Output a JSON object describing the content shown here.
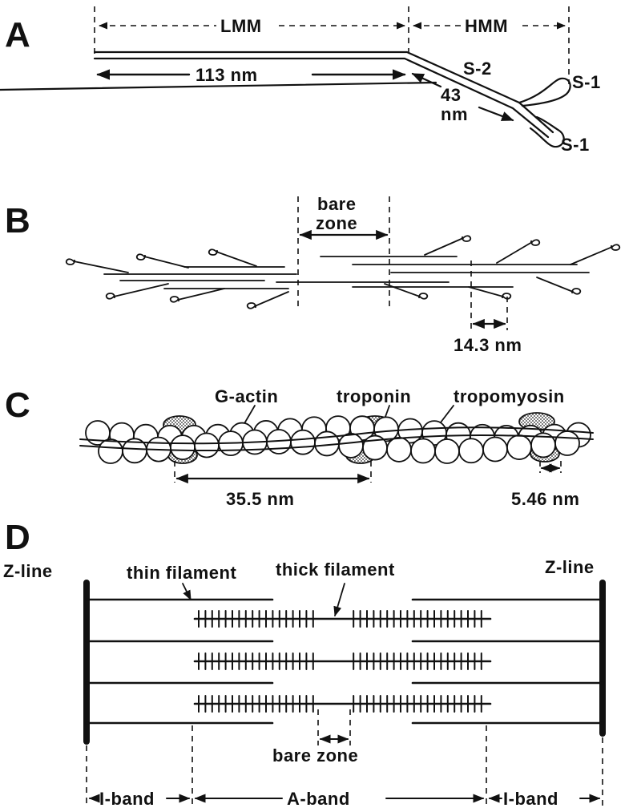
{
  "panels": {
    "a": {
      "letter": "A",
      "lmm": "LMM",
      "hmm": "HMM",
      "len_113": "113 nm",
      "s2": "S-2",
      "len_43_num": "43",
      "len_43_unit": "nm",
      "s1_top": "S-1",
      "s1_bottom": "S-1"
    },
    "b": {
      "letter": "B",
      "bare_line1": "bare",
      "bare_line2": "zone",
      "spacing": "14.3 nm"
    },
    "c": {
      "letter": "C",
      "g_actin": "G-actin",
      "troponin": "troponin",
      "tropomyosin": "tropomyosin",
      "repeat": "35.5 nm",
      "monomer": "5.46 nm"
    },
    "d": {
      "letter": "D",
      "zline_left": "Z-line",
      "zline_right": "Z-line",
      "thin": "thin filament",
      "thick": "thick filament",
      "bare": "bare zone",
      "iband_left": "I-band",
      "aband": "A-band",
      "iband_right": "I-band"
    }
  },
  "colors": {
    "ink": "#111111",
    "paper": "#ffffff"
  }
}
